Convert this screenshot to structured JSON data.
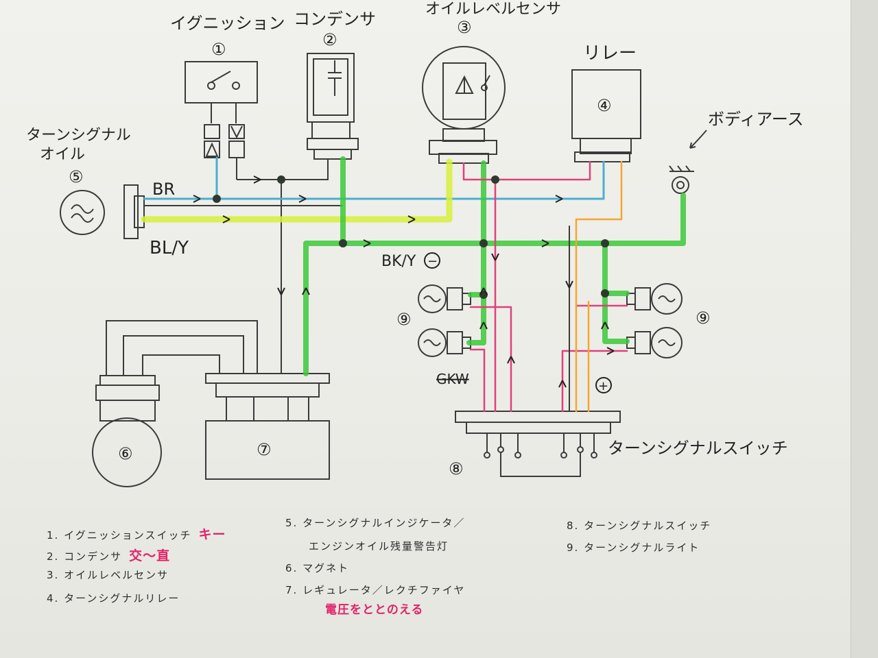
{
  "labels": {
    "ignition": "イグニッション",
    "condenser": "コンデンサ",
    "oil_level_sensor": "オイルレベルセンサ",
    "relay": "リレー",
    "body_earth": "ボディアース",
    "turn_signal_oil_line1": "ターンシグナル",
    "turn_signal_oil_line2": "オイル",
    "turn_signal_switch": "ターンシグナルスイッチ"
  },
  "component_numbers": {
    "n1": "①",
    "n2": "②",
    "n3": "③",
    "n4": "④",
    "n5": "⑤",
    "n6": "⑥",
    "n7": "⑦",
    "n8": "⑧",
    "n9_left": "⑨",
    "n9_right": "⑨"
  },
  "wire_labels": {
    "br": "BR",
    "bly": "BL/Y",
    "bky": "BK/Y",
    "minus": "−",
    "plus": "+",
    "gkw": "GKW"
  },
  "legend": [
    {
      "num": "1.",
      "text": "イグニッションスイッチ",
      "note": "キー"
    },
    {
      "num": "2.",
      "text": "コンデンサ",
      "note": "交〜直"
    },
    {
      "num": "3.",
      "text": "オイルレベルセンサ",
      "note": ""
    },
    {
      "num": "4.",
      "text": "ターンシグナルリレー",
      "note": ""
    },
    {
      "num": "5.",
      "text": "ターンシグナルインジケータ／",
      "note": ""
    },
    {
      "num": "",
      "text": "エンジンオイル残量警告灯",
      "note": ""
    },
    {
      "num": "6.",
      "text": "マグネト",
      "note": ""
    },
    {
      "num": "7.",
      "text": "レギュレータ／レクチファイヤ",
      "note": ""
    },
    {
      "num": "",
      "text": "",
      "note": "電圧をととのえる"
    },
    {
      "num": "8.",
      "text": "ターンシグナルスイッチ",
      "note": ""
    },
    {
      "num": "9.",
      "text": "ターンシグナルライト",
      "note": ""
    }
  ],
  "colors": {
    "ink": "#3a3a3a",
    "green": "#3cc83a",
    "yellow_green": "#d6f03a",
    "blue": "#4aaed0",
    "pink": "#e0407a",
    "orange": "#f5a530",
    "note_red": "#e0246a"
  }
}
